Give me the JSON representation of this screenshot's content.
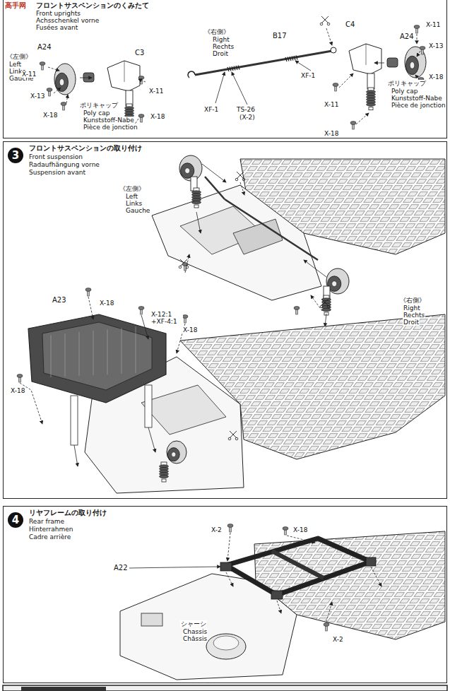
{
  "diagram": {
    "nodes": [
      {
        "text": [
          "フロントサスペンションのくみたて",
          "Front uprights",
          "Achsschenkel vorne",
          "Fusées avant"
        ]
      },
      {
        "text": [
          "3",
          "フロントサスペンションの取り付け",
          "Front suspension",
          "Radaufhängung vorne",
          "Suspension avant"
        ]
      },
      {
        "text": [
          "4",
          "リヤフレームの取り付け",
          "Rear frame",
          "Hinterrahmen",
          "Cadre arrière"
        ]
      }
    ],
    "labels": [
      "高手网",
      "《左側》",
      "Left",
      "Links",
      "Gauche",
      "A24",
      "X-11",
      "X-13",
      "X-18",
      "C3",
      "X-11",
      "X-18",
      "ポリキャップ",
      "Poly cap",
      "Kunststoff-Nabe",
      "Pièce de jonction",
      "《右側》",
      "Right",
      "Rechts",
      "Droit",
      "B17",
      "C4",
      "A24",
      "X-11",
      "X-13",
      "X-18",
      "XF-1",
      "XF-1",
      "TS-26",
      "(X-2)",
      "X-11",
      "X-18",
      "ポリキャップ",
      "Poly cap",
      "Kunststoff-Nabe",
      "Pièce de jonction",
      "《左側》",
      "Left",
      "Links",
      "Gauche",
      "A23",
      "X-18",
      "X-12:1 +XF-4:1",
      "X-18",
      "X-18",
      "《右側》",
      "Right",
      "Rechts",
      "Droit",
      "X-2",
      "X-18",
      "A22",
      "シャーシ",
      "Chassis",
      "Châssis",
      "X-2"
    ]
  }
}
